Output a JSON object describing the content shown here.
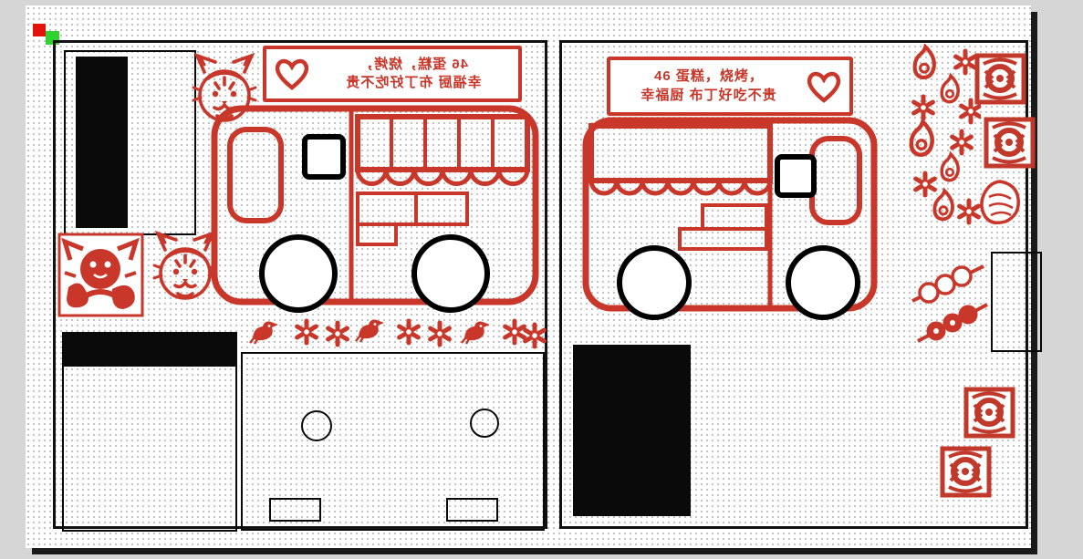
{
  "palette": {
    "desk_background": "#d6d6d6",
    "canvas_background": "#ffffff",
    "grid_dot": "#bdbdbd",
    "accent_red": "#c8372a",
    "ink_black": "#0a0a0a",
    "page_shadow": "#1a1a1a",
    "registration_red": "#e3120b",
    "registration_green": "#2fd32f"
  },
  "canvas": {
    "registration_marks": [
      {
        "name": "red-square",
        "color": "#e3120b"
      },
      {
        "name": "green-square",
        "color": "#2fd32f"
      }
    ]
  },
  "sheets": {
    "left": {
      "name": "left-sheet",
      "sign": {
        "line1": "46 蛋糕，烧烤，",
        "line2": "幸福厨 布丁好吃不贵",
        "mirrored": true
      }
    },
    "right": {
      "name": "right-sheet",
      "sign": {
        "line1": "46 蛋糕，烧烤，",
        "line2": "幸福厨 布丁好吃不贵",
        "mirrored": false
      }
    }
  },
  "ornaments": [
    "heart-icon",
    "tiger-doodle-icon",
    "cat-stamp-icon",
    "bird-icon",
    "flower-icon",
    "flame-icon",
    "skewer-icon",
    "meat-icon",
    "seal-stamp-icon"
  ]
}
